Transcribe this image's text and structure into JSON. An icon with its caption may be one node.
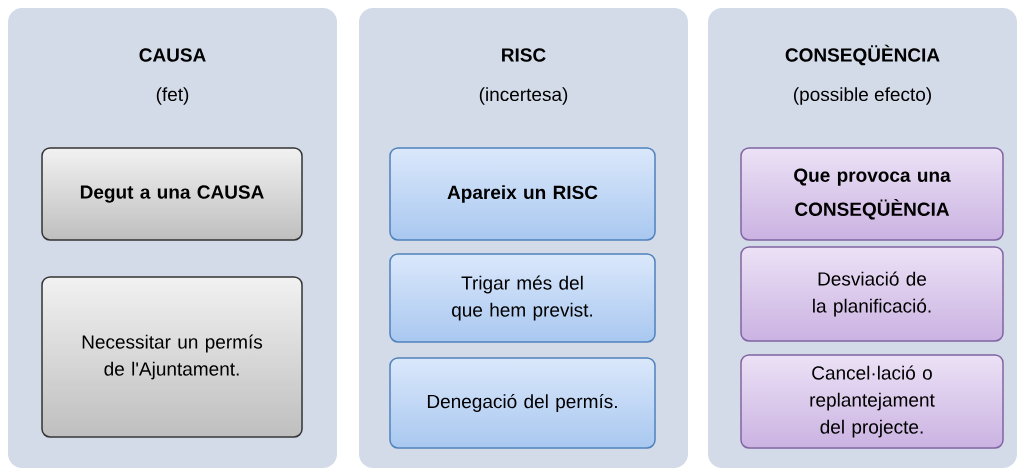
{
  "diagram": {
    "nodes": [
      {
        "text": [
          "CAUSA",
          "(fet)"
        ]
      },
      {
        "text": [
          "Degut a una CAUSA"
        ],
        "in": 0
      },
      {
        "text": [
          "Necessitar un permís de l'Ajuntament."
        ],
        "in": 0
      },
      {
        "text": [
          "RISC",
          "(incertesa)"
        ]
      },
      {
        "text": [
          "Apareix un RISC"
        ],
        "in": 3
      },
      {
        "text": [
          "Trigar més del que hem previst."
        ],
        "in": 3
      },
      {
        "text": [
          "Denegació del permís."
        ],
        "in": 3
      },
      {
        "text": [
          "CONSEQÜÈNCIA",
          "(possible efecto)"
        ]
      },
      {
        "text": [
          "Que provoca una CONSEQÜÈNCIA"
        ],
        "in": 7
      },
      {
        "text": [
          "Desviació de la planificació."
        ],
        "in": 7
      },
      {
        "text": [
          "Cancel·lació o replantejament del projecte."
        ],
        "in": 7
      }
    ]
  }
}
